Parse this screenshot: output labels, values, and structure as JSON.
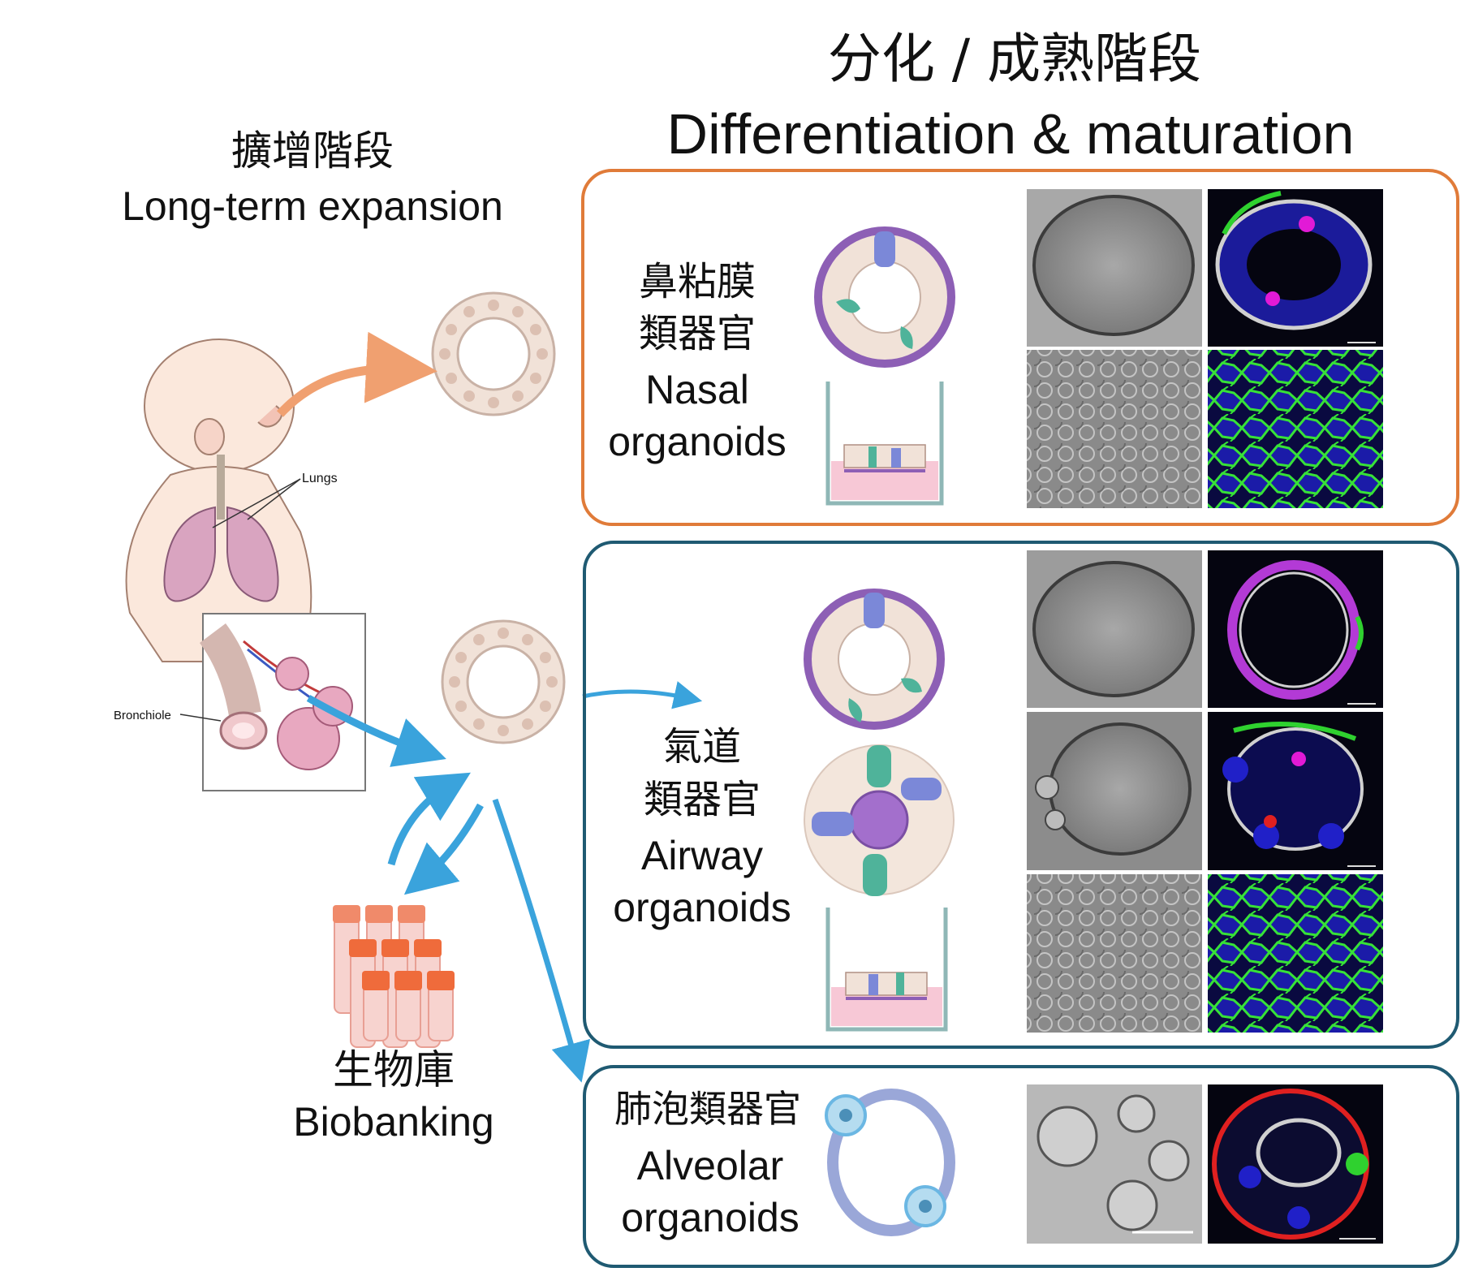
{
  "headers": {
    "expansion_zh": "擴增階段",
    "expansion_en": "Long-term expansion",
    "differentiation_zh": "分化 / 成熟階段",
    "differentiation_en": "Differentiation & maturation"
  },
  "anatomy": {
    "lungs_label": "Lungs",
    "bronchiole_label": "Bronchiole"
  },
  "biobank": {
    "label_zh": "生物庫",
    "label_en": "Biobanking"
  },
  "panels": [
    {
      "id": "nasal",
      "name_zh_line1": "鼻粘膜",
      "name_zh_line2": "類器官",
      "name_en_line1": "Nasal",
      "name_en_line2": "organoids",
      "border_color": "#e07b39"
    },
    {
      "id": "airway",
      "name_zh_line1": "氣道",
      "name_zh_line2": "類器官",
      "name_en_line1": "Airway",
      "name_en_line2": "organoids",
      "border_color": "#1f5a72"
    },
    {
      "id": "alveolar",
      "name_zh_line1": "肺泡類器官",
      "name_en_line1": "Alveolar",
      "name_en_line2": "organoids",
      "border_color": "#1f5a72"
    }
  ],
  "colors": {
    "nasal_arrow": "#f0a070",
    "blue_arrow": "#3aa3dc",
    "organoid_fill": "#f1e2d8",
    "organoid_stroke": "#c9b2a6",
    "gfp": "#2fd12f",
    "dapi": "#2020c8",
    "magenta": "#e21ad6",
    "red": "#e02020"
  }
}
